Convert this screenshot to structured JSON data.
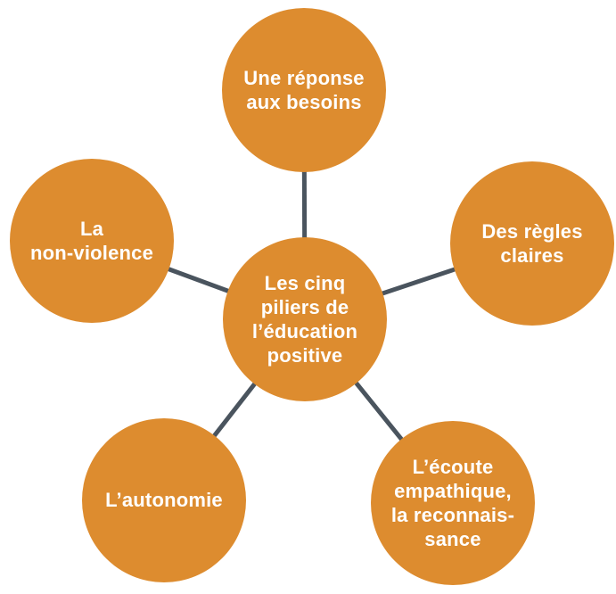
{
  "title": "Les cinq piliers de l’éducation positive",
  "diagram_type": "radial-mind-map",
  "colors": {
    "circle_fill": "#DD8C2F",
    "connector": "#4A545E",
    "text": "#FFFFFF",
    "background": "#FFFFFF"
  },
  "center_node": {
    "id": "cinq-piliers",
    "label": "Les cinq\npiliers de\nl’éducation\npositive"
  },
  "nodes": [
    {
      "id": "une-reponse-aux-besoins",
      "position": "top",
      "label": "Une réponse\naux besoins"
    },
    {
      "id": "des-regles-claires",
      "position": "right",
      "label": "Des règles\nclaires"
    },
    {
      "id": "ecoute-empathique",
      "position": "bottom-right",
      "label": "L’écoute\nempathique,\nla reconnais-\nsance"
    },
    {
      "id": "autonomie",
      "position": "bottom-left",
      "label": "L’autonomie"
    },
    {
      "id": "non-violence",
      "position": "left",
      "label": "La\nnon-violence"
    }
  ]
}
